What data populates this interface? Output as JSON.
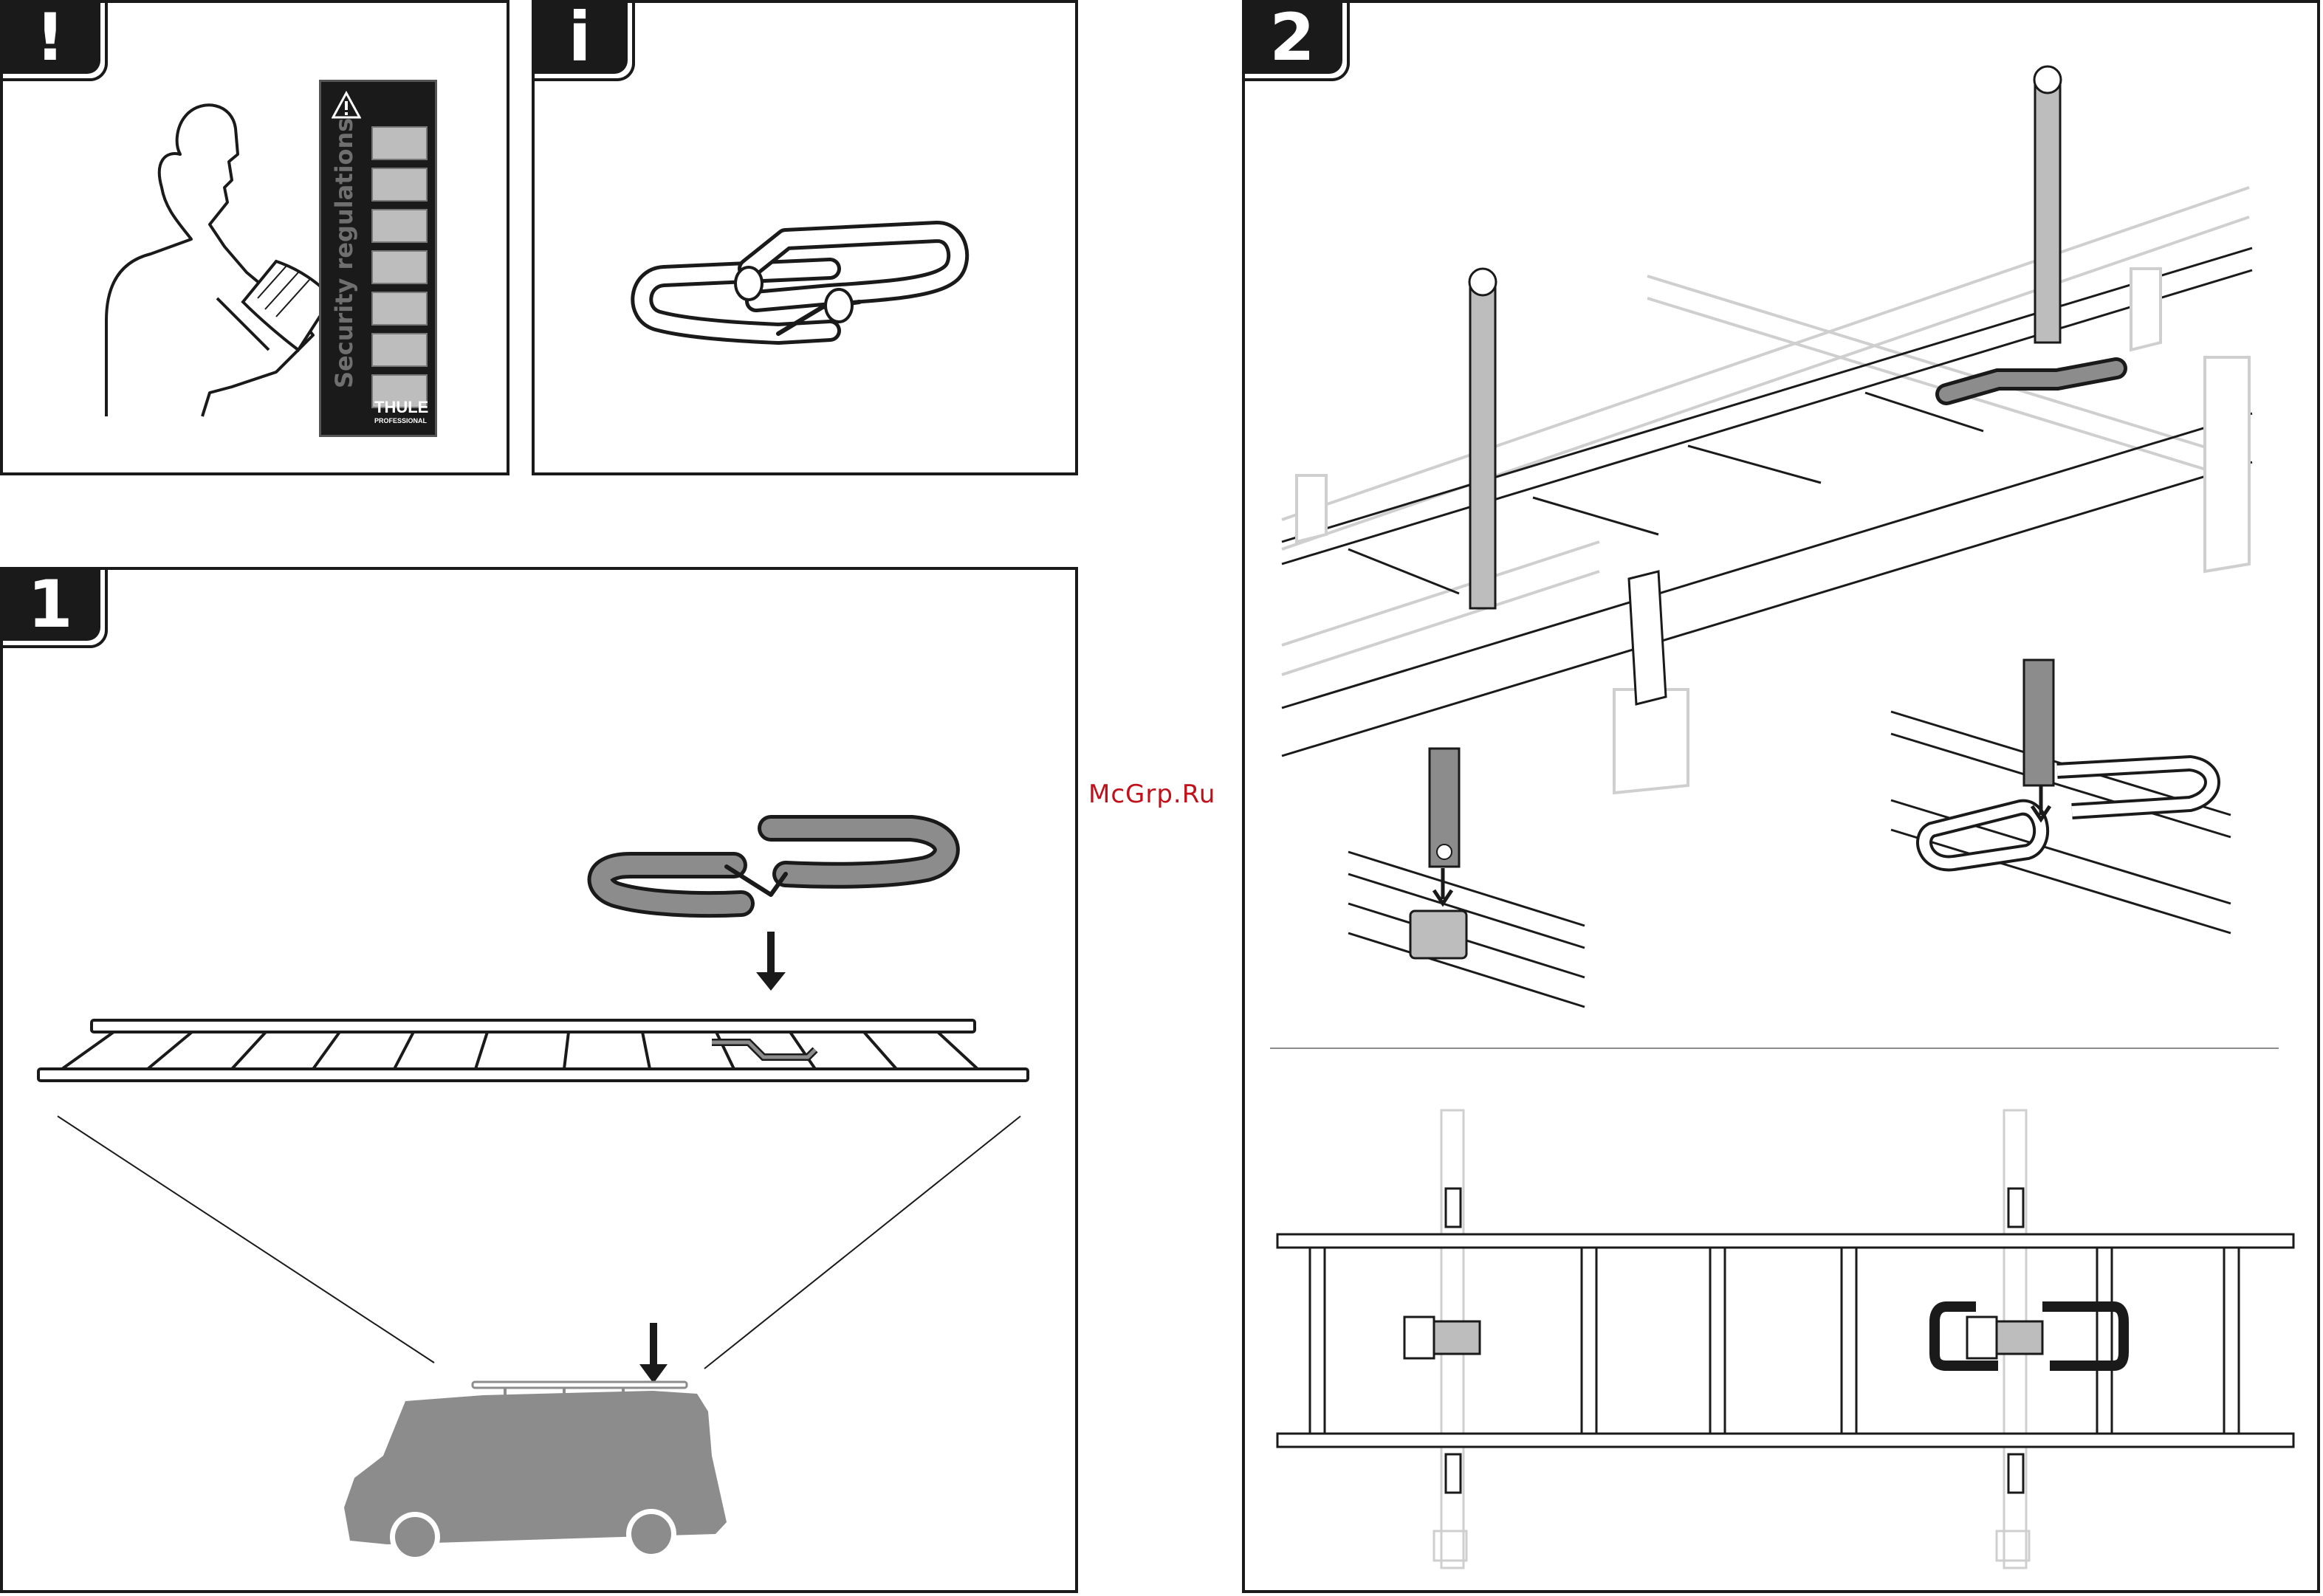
{
  "panels": {
    "warning": {
      "tab_label": "!"
    },
    "info": {
      "tab_label": "i"
    },
    "step1": {
      "tab_label": "1"
    },
    "step2": {
      "tab_label": "2"
    }
  },
  "booklet": {
    "title": "Security regulations",
    "brand": "THULE",
    "brand_sub": "PROFESSIONAL"
  },
  "watermark": "McGrp.Ru",
  "colors": {
    "line": "#1a1a1a",
    "grey": "#8c8c8c",
    "light_grey": "#cfcfcf",
    "watermark": "#c2101b"
  }
}
